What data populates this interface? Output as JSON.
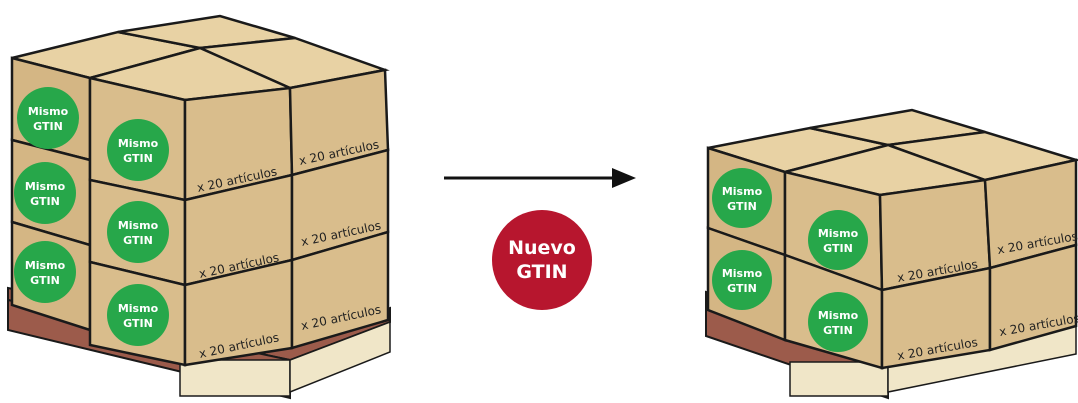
{
  "colors": {
    "box_side": "#d9bd8c",
    "box_top": "#e8d2a4",
    "box_front": "#d4b684",
    "outline": "#1a1a1a",
    "pallet": "#9c5b4b",
    "pallet_light": "#f0e6c8",
    "badge_green": "#27a74a",
    "badge_red": "#b7162e",
    "arrow": "#111111"
  },
  "left_pallet": {
    "badges": [
      "Mismo",
      "GTIN"
    ],
    "box_label": "x 20 artículos"
  },
  "right_pallet": {
    "badges": [
      "Mismo",
      "GTIN"
    ],
    "box_label": "x 20 artículos"
  },
  "center": {
    "arrow_icon": "arrow-right",
    "badge_line1": "Nuevo",
    "badge_line2": "GTIN"
  }
}
